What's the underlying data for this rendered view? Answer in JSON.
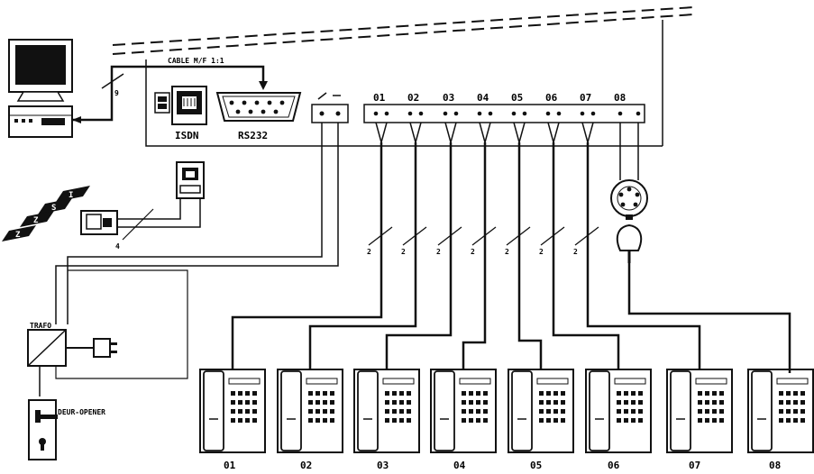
{
  "labels": {
    "cable": "CABLE M/F 1:1",
    "isdn": "ISDN",
    "rs232": "RS232",
    "trafo": "TRAFO",
    "door_opener": "DEUR-OPENER",
    "pair_count": "2",
    "link_count": "4",
    "pc_link_count": "9"
  },
  "ports": [
    "01",
    "02",
    "03",
    "04",
    "05",
    "06",
    "07",
    "08"
  ],
  "phones": [
    "01",
    "02",
    "03",
    "04",
    "05",
    "06",
    "07",
    "08"
  ]
}
